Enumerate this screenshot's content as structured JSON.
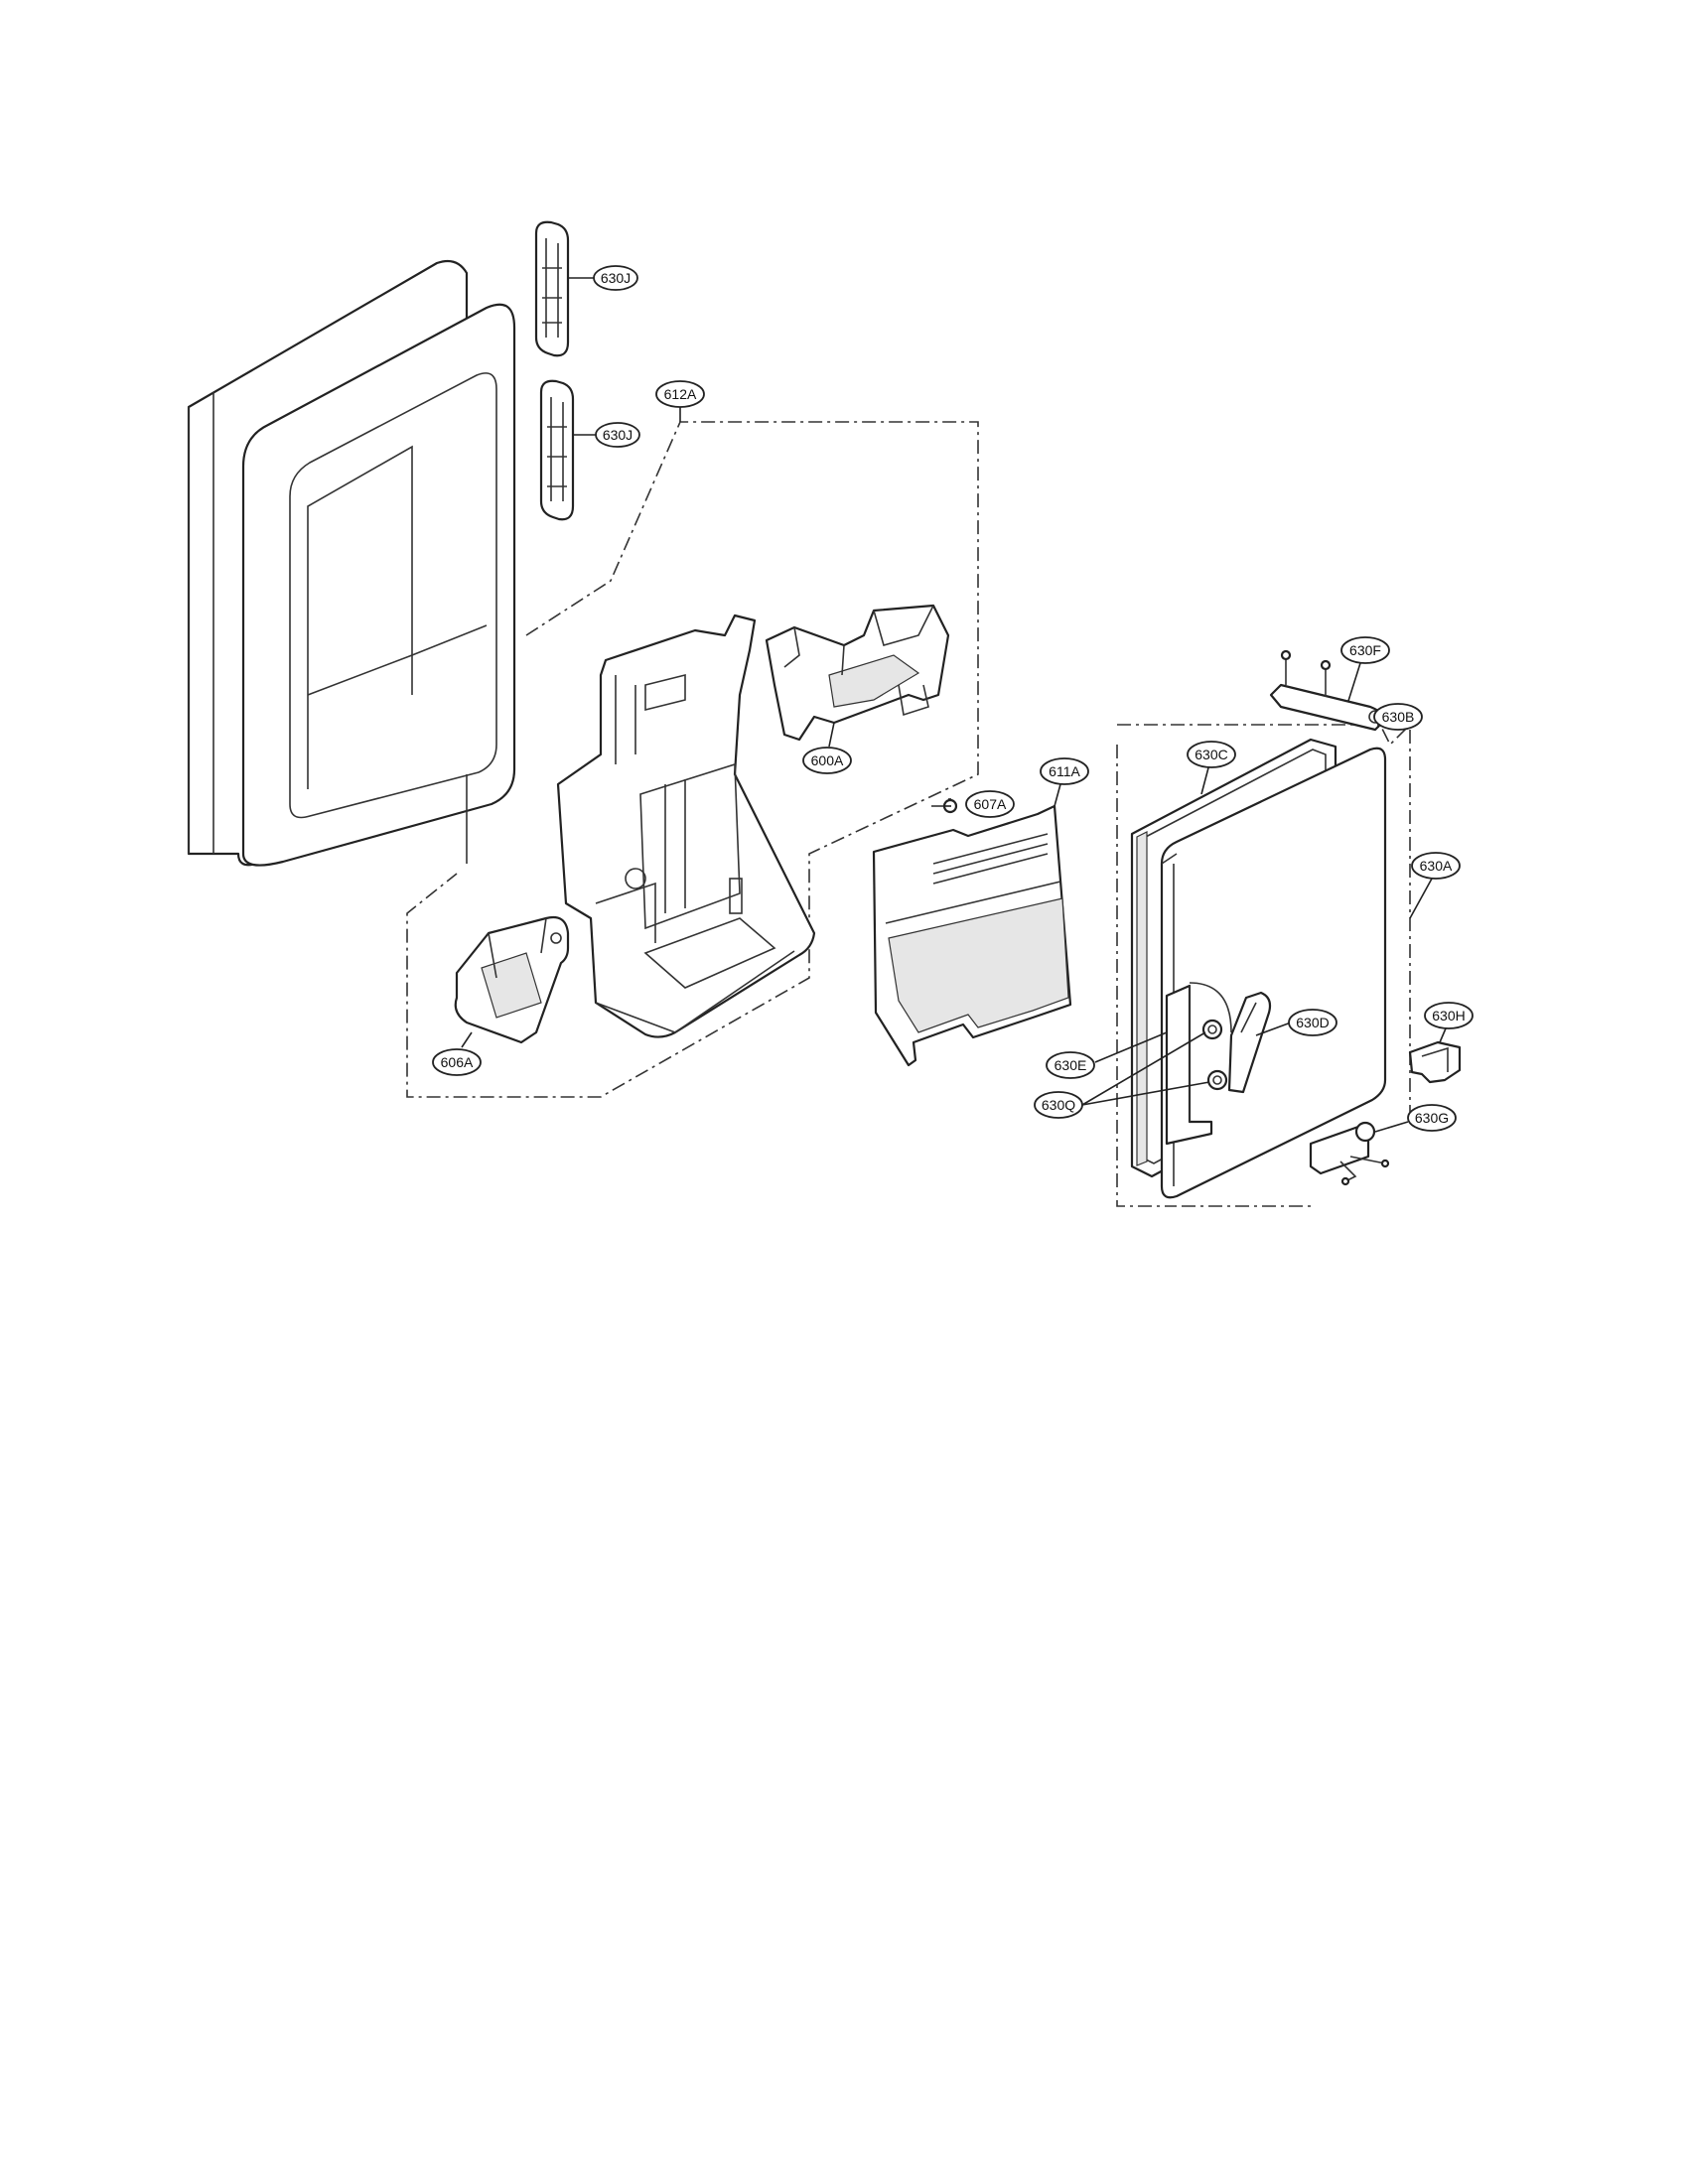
{
  "diagram": {
    "callouts": {
      "c630J_top": "630J",
      "c630J_bottom": "630J",
      "c612A": "612A",
      "c600A": "600A",
      "c607A": "607A",
      "c611A": "611A",
      "c606A": "606A",
      "c630F": "630F",
      "c630B": "630B",
      "c630C": "630C",
      "c630A": "630A",
      "c630H": "630H",
      "c630D": "630D",
      "c630E": "630E",
      "c630Q": "630Q",
      "c630G": "630G"
    },
    "colors": {
      "line": "#222222",
      "fill": "#ffffff",
      "shade": "#e6e6e6"
    }
  }
}
